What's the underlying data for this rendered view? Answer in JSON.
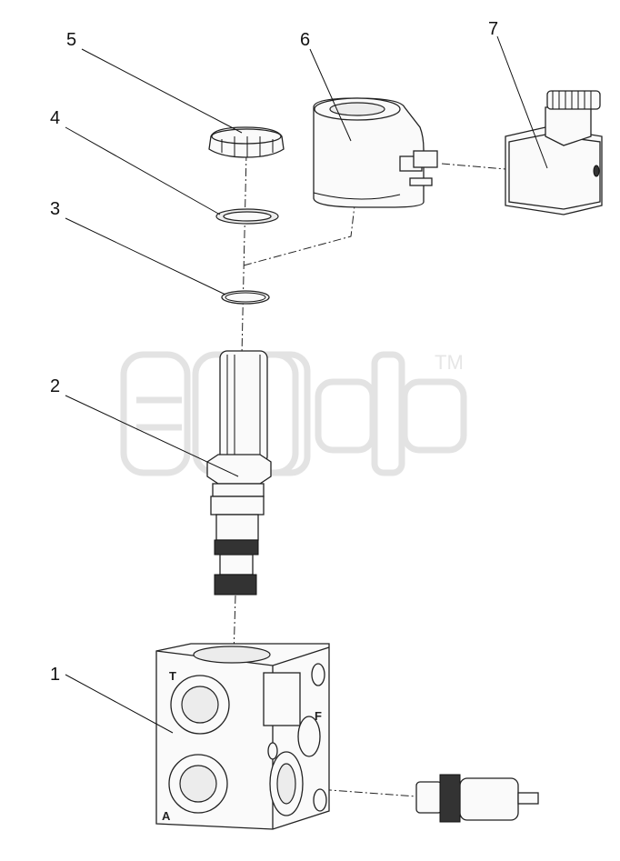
{
  "callouts": [
    {
      "id": 1,
      "label": "1"
    },
    {
      "id": 2,
      "label": "2"
    },
    {
      "id": 3,
      "label": "3"
    },
    {
      "id": 4,
      "label": "4"
    },
    {
      "id": 5,
      "label": "5"
    },
    {
      "id": 6,
      "label": "6"
    },
    {
      "id": 7,
      "label": "7"
    }
  ],
  "port_labels": {
    "t": "T",
    "f": "F",
    "a": "A"
  },
  "watermark": {
    "mark": "TM"
  },
  "colors": {
    "line": "#222222",
    "fill": "#fafafa",
    "watermark": "#e3e3e3"
  }
}
